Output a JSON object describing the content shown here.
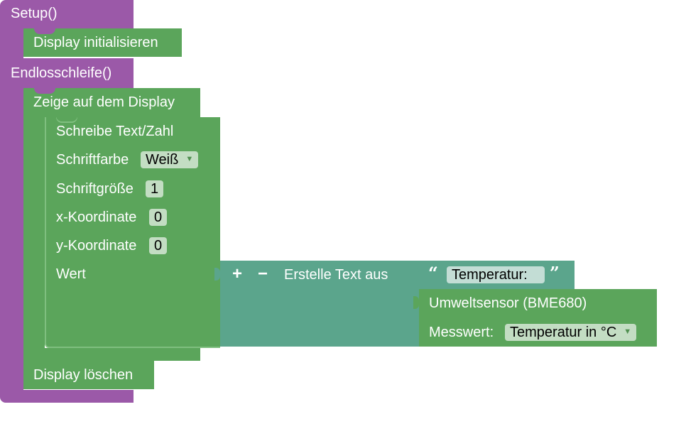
{
  "blocks": {
    "setup": {
      "label": "Setup()"
    },
    "display_init": {
      "label": "Display initialisieren"
    },
    "loop": {
      "label": "Endlosschleife()"
    },
    "show_display": {
      "label": "Zeige auf dem Display"
    },
    "write_text": {
      "label": "Schreibe Text/Zahl",
      "font_color_label": "Schriftfarbe",
      "font_color_value": "Weiß",
      "font_size_label": "Schriftgröße",
      "font_size_value": "1",
      "x_label": "x-Koordinate",
      "x_value": "0",
      "y_label": "y-Koordinate",
      "y_value": "0",
      "value_label": "Wert"
    },
    "create_text": {
      "plus": "+",
      "minus": "−",
      "label": "Erstelle Text aus"
    },
    "text_literal": {
      "open_quote": "“",
      "value": "Temperatur:",
      "close_quote": "”"
    },
    "sensor": {
      "label": "Umweltsensor (BME680)",
      "measure_label": "Messwert:",
      "measure_value": "Temperatur in °C"
    },
    "display_clear": {
      "label": "Display löschen"
    }
  },
  "icons": {
    "dropdown": "▼"
  },
  "colors": {
    "purple": "#9b59a8",
    "green": "#5ba55b",
    "teal": "#5ba58c"
  }
}
